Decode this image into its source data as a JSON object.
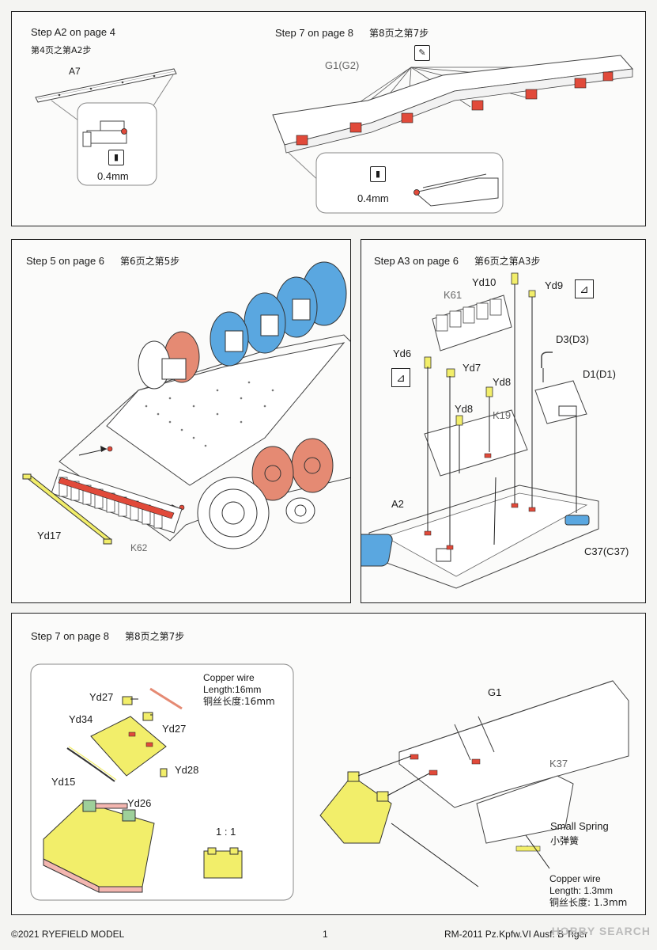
{
  "panels": {
    "top": {
      "left_title": "Step A2 on page 4",
      "left_title_zh": "第4页之第A2步",
      "part_a7": "A7",
      "callout_left_size": "0.4mm",
      "right_title": "Step 7 on page 8",
      "right_title_zh": "第8页之第7步",
      "part_g1": "G1(G2)",
      "callout_right_size": "0.4mm"
    },
    "mid_left": {
      "title": "Step 5 on page 6",
      "title_zh": "第6页之第5步",
      "part_yd17": "Yd17",
      "part_k62": "K62"
    },
    "mid_right": {
      "title": "Step A3 on page 6",
      "title_zh": "第6页之第A3步",
      "yd10": "Yd10",
      "yd9": "Yd9",
      "k61": "K61",
      "yd6": "Yd6",
      "yd7": "Yd7",
      "yd8a": "Yd8",
      "yd8b": "Yd8",
      "k19": "K19",
      "d3": "D3(D3)",
      "d1": "D1(D1)",
      "a2": "A2",
      "c37": "C37(C37)"
    },
    "bottom": {
      "title": "Step 7 on page 8",
      "title_zh": "第8页之第7步",
      "copper_wire_1": "Copper wire",
      "copper_length_1": "Length:16mm",
      "copper_length_1_zh": "铜丝长度:16mm",
      "yd27a": "Yd27",
      "yd27b": "Yd27",
      "yd34": "Yd34",
      "yd28": "Yd28",
      "yd15": "Yd15",
      "yd26": "Yd26",
      "scale": "1 : 1",
      "g1": "G1",
      "k37": "K37",
      "small_spring": "Small Spring",
      "small_spring_zh": "小弹簧",
      "copper_wire_2": "Copper wire",
      "copper_length_2": "Length: 1.3mm",
      "copper_length_2_zh": "铜丝长度: 1.3mm"
    }
  },
  "footer": {
    "copyright": "©2021 RYEFIELD MODEL",
    "page": "1",
    "product": "RM-2011 Pz.Kpfw.VI Ausf. B Tiger",
    "watermark": "HOBBY SEARCH"
  },
  "colors": {
    "yellow": "#f2ee6a",
    "red": "#e14a3a",
    "blue": "#5aa7e0",
    "salmon": "#e58a73",
    "pink": "#f3b6b0",
    "green": "#9ed09a"
  },
  "icons": [
    "drill-icon",
    "bend-icon",
    "arrow-icon"
  ]
}
